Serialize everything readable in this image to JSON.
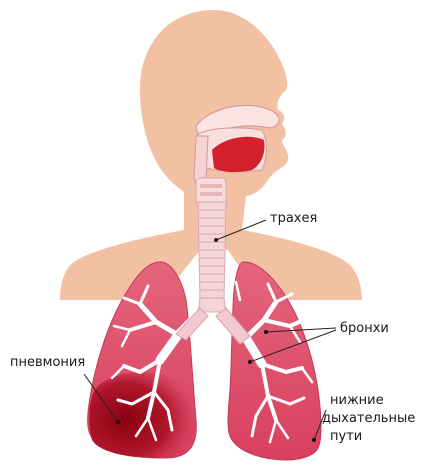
{
  "labels": {
    "trachea": "трахея",
    "bronchi": "бронхи",
    "pneumonia": "пневмония",
    "lower_airways_1": "нижние",
    "lower_airways_2": "дыхательные",
    "lower_airways_3": "пути"
  }
}
